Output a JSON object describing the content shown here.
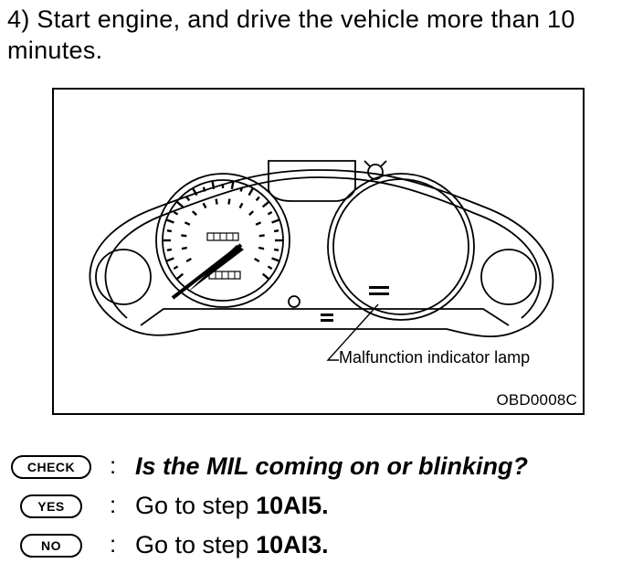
{
  "instruction": "4) Start engine, and drive the vehicle more than 10 minutes.",
  "figure": {
    "callout_label": "Malfunction indicator lamp",
    "figure_code": "OBD0008C"
  },
  "check": {
    "badge": "CHECK",
    "separator": ":",
    "question": "Is the MIL coming on or blinking?"
  },
  "yes": {
    "badge": "YES",
    "separator": ":",
    "prefix": "Go to step ",
    "step": "10AI5."
  },
  "no": {
    "badge": "NO",
    "separator": ":",
    "prefix": "Go to step ",
    "step": "10AI3."
  }
}
